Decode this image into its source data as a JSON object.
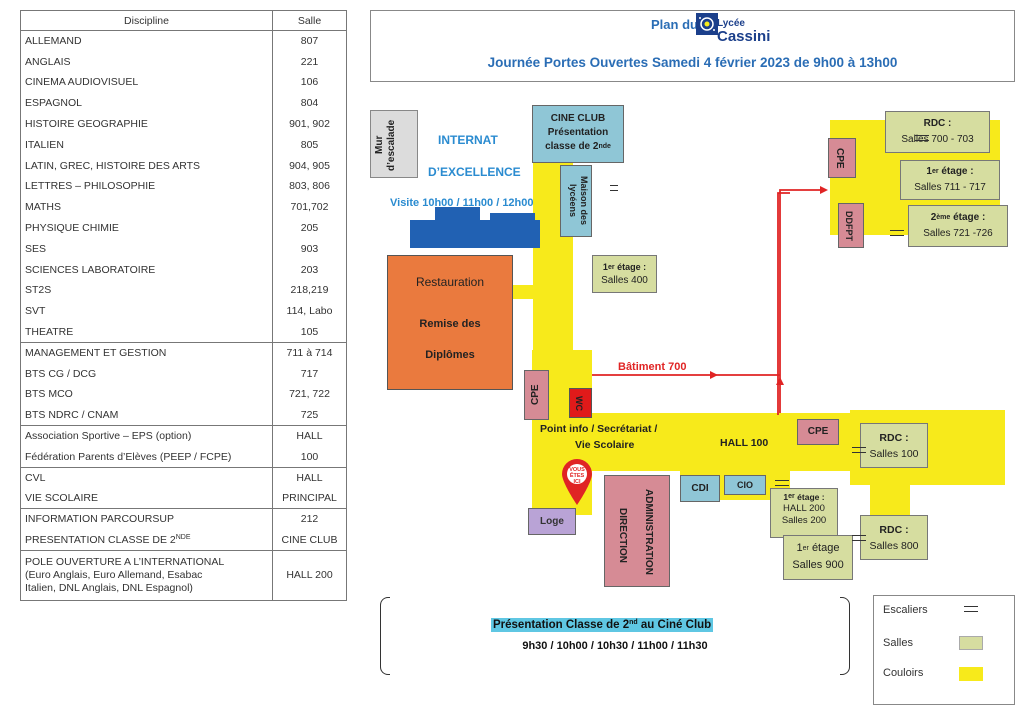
{
  "table": {
    "header": {
      "discipline": "Discipline",
      "salle": "Salle"
    },
    "rows": [
      {
        "d": "ALLEMAND",
        "s": "807"
      },
      {
        "d": "ANGLAIS",
        "s": "221"
      },
      {
        "d": "CINEMA AUDIOVISUEL",
        "s": "106"
      },
      {
        "d": "ESPAGNOL",
        "s": "804"
      },
      {
        "d": "HISTOIRE GEOGRAPHIE",
        "s": "901, 902"
      },
      {
        "d": "ITALIEN",
        "s": "805"
      },
      {
        "d": "LATIN, GREC, HISTOIRE DES ARTS",
        "s": "904, 905"
      },
      {
        "d": "LETTRES – PHILOSOPHIE",
        "s": "803, 806"
      },
      {
        "d": "MATHS",
        "s": "701,702"
      },
      {
        "d": "PHYSIQUE CHIMIE",
        "s": "205"
      },
      {
        "d": "SES",
        "s": "903"
      },
      {
        "d": "SCIENCES LABORATOIRE",
        "s": "203"
      },
      {
        "d": "ST2S",
        "s": "218,219"
      },
      {
        "d": "SVT",
        "s": "114, Labo"
      },
      {
        "d": "THEATRE",
        "s": "105"
      },
      {
        "d": "MANAGEMENT ET GESTION",
        "s": "711 à 714"
      },
      {
        "d": "BTS CG / DCG",
        "s": "717"
      },
      {
        "d": "BTS MCO",
        "s": "721, 722"
      },
      {
        "d": "BTS NDRC / CNAM",
        "s": "725"
      },
      {
        "d": "Association Sportive – EPS (option)",
        "s": "HALL"
      },
      {
        "d": "Fédération Parents d’Elèves (PEEP / FCPE)",
        "s": "100"
      },
      {
        "d": "CVL",
        "s": "HALL"
      },
      {
        "d": "VIE SCOLAIRE",
        "s": "PRINCIPAL"
      },
      {
        "d": "INFORMATION PARCOURSUP",
        "s": "212"
      },
      {
        "d": "PRESENTATION CLASSE DE 2",
        "sup": "NDE",
        "s": "CINE CLUB"
      },
      {
        "d": "POLE OUVERTURE A L’INTERNATIONAL",
        "d2": "(Euro Anglais, Euro Allemand, Esabac",
        "d3": "Italien, DNL Anglais, DNL Espagnol)",
        "s": "HALL 200"
      }
    ]
  },
  "title": {
    "plan_du": "Plan du",
    "lycee": "Lycée",
    "cassini": "Cassini",
    "subtitle": "Journée Portes Ouvertes Samedi 4 février 2023 de 9h00 à 13h00"
  },
  "map": {
    "mur": "Mur d’escalade",
    "internat": "INTERNAT",
    "excellence": "D’EXCELLENCE",
    "visite": "Visite 10h00 / 11h00 / 12h00",
    "cine_club_1": "CINE CLUB",
    "cine_club_2": "Présentation",
    "cine_club_3": "classe de 2",
    "cine_club_sup": "nde",
    "maison": "Maison des lycéens",
    "etage1_a": "1",
    "etage1_sup": "er",
    "etage1_b": " étage :",
    "salles400": "Salles 400",
    "restauration": "Restauration",
    "remise": "Remise des",
    "diplomes": "Diplômes",
    "batiment700": "Bâtiment 700",
    "cpe": "CPE",
    "wc": "WC",
    "point_info": "Point info / Secrétariat /",
    "vie_scolaire": "Vie Scolaire",
    "hall100": "HALL 100",
    "vous_etes": "VOUS ÊTES ICI",
    "loge": "Loge",
    "administration": "ADMINISTRATION",
    "direction": "DIRECTION",
    "cdi": "CDI",
    "cio": "CIO",
    "rdc": "RDC :",
    "salles700": "Salles 700 - 703",
    "etage1": "étage :",
    "salles711": "Salles 711 - 717",
    "etage2_sup": "ème",
    "etage2_a": "2",
    "salles721": "Salles 721 -726",
    "ddfpt": "DDFPT",
    "salles100": "Salles 100",
    "hall200_1": "étage :",
    "hall200_2": "HALL 200",
    "hall200_3": "Salles 200",
    "salles800": "Salles 800",
    "etage_900": "étage",
    "salles900": "Salles 900"
  },
  "presentation": {
    "title_a": "Présentation Classe de 2",
    "title_sup": "nd",
    "title_b": " au Ciné Club",
    "times": "9h30 / 10h00 / 10h30 / 11h00 / 11h30"
  },
  "legend": {
    "escaliers": "Escaliers",
    "salles": "Salles",
    "couloirs": "Couloirs"
  },
  "colors": {
    "couloir": "#f7ea1b",
    "salle": "#d6dda0",
    "restauration": "#ea7a3e",
    "admin": "#d68b95",
    "cine": "#8fc6d6",
    "internat": "#2161b3",
    "arrow": "#e02424"
  }
}
